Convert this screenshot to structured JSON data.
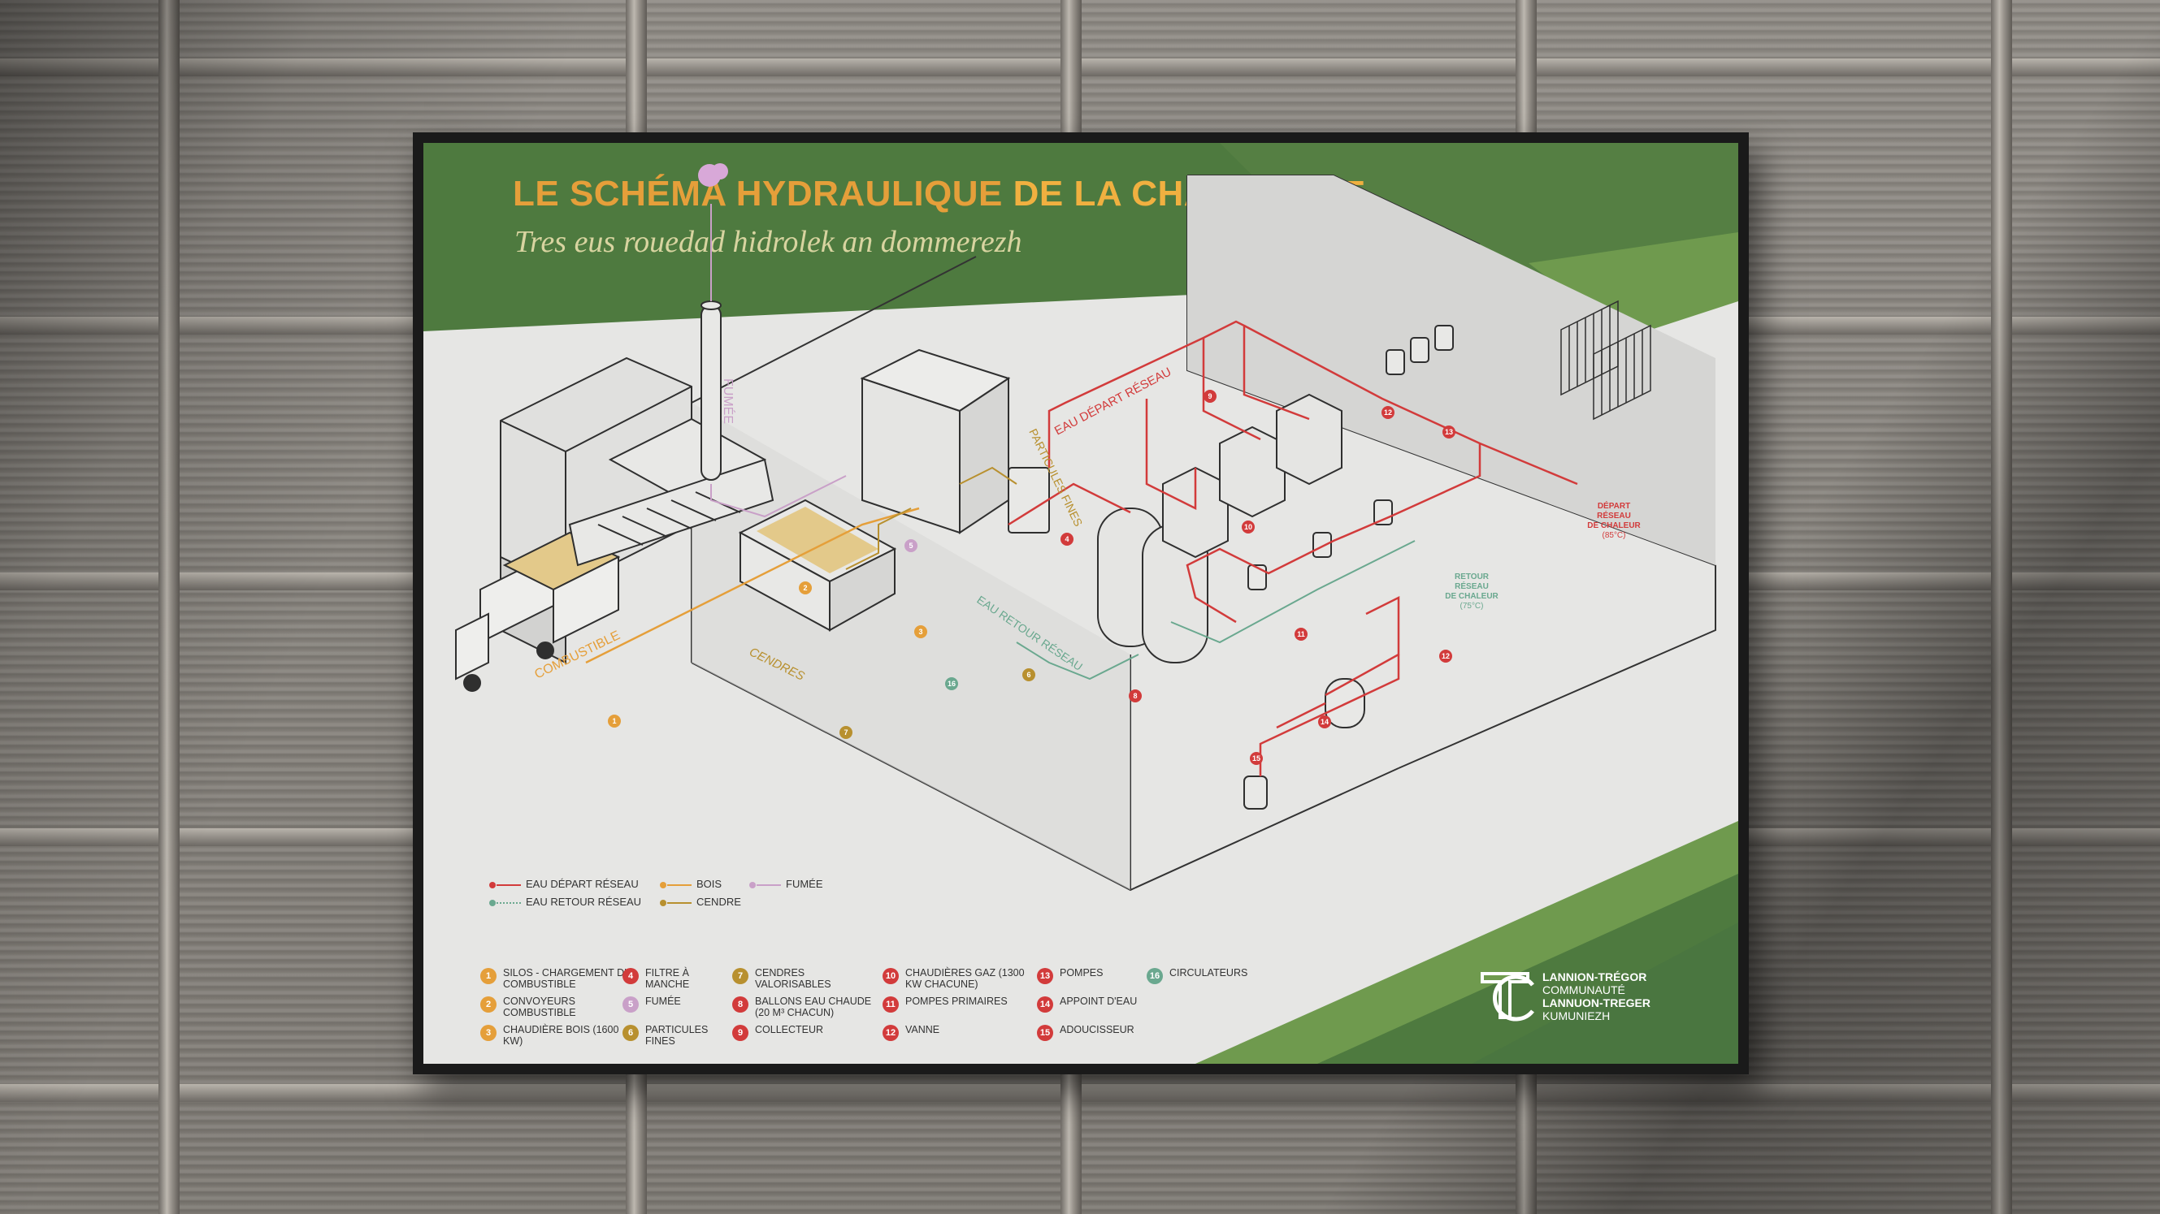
{
  "poster": {
    "title_part1": "LE SCHÉMA HYDRAULIQUE",
    "title_part2": " DE LA CHAUFFERIE",
    "subtitle": "Tres eus rouedad hidrolek an dommerezh"
  },
  "diagram_labels": {
    "fumee": "FUMÉE",
    "combustible": "COMBUSTIBLE",
    "cendres": "CENDRES",
    "particules_fines": "PARTICULES FINES",
    "eau_depart_reseau": "EAU DÉPART RÉSEAU",
    "eau_retour_reseau": "EAU RETOUR RÉSEAU",
    "depart_chaleur": [
      "DÉPART",
      "RÉSEAU",
      "DE CHALEUR",
      "(85°C)"
    ],
    "retour_chaleur": [
      "RETOUR",
      "RÉSEAU",
      "DE CHALEUR",
      "(75°C)"
    ]
  },
  "legend": [
    {
      "label": "EAU DÉPART RÉSEAU",
      "color": "#d23b3b",
      "dotted": false
    },
    {
      "label": "EAU RETOUR RÉSEAU",
      "color": "#6aa88f",
      "dotted": true
    },
    {
      "label": "BOIS",
      "color": "#e59f3a",
      "dotted": false
    },
    {
      "label": "CENDRE",
      "color": "#b8902f",
      "dotted": false
    },
    {
      "label": "FUMÉE",
      "color": "#c9a0c8",
      "dotted": false
    }
  ],
  "keys": [
    {
      "n": "1",
      "label": "SILOS - CHARGEMENT DU COMBUSTIBLE",
      "color": "#e59f3a"
    },
    {
      "n": "2",
      "label": "CONVOYEURS COMBUSTIBLE",
      "color": "#e59f3a"
    },
    {
      "n": "3",
      "label": "CHAUDIÈRE BOIS (1600 KW)",
      "color": "#e59f3a"
    },
    {
      "n": "4",
      "label": "FILTRE À MANCHE",
      "color": "#d23b3b"
    },
    {
      "n": "5",
      "label": "FUMÉE",
      "color": "#c9a0c8"
    },
    {
      "n": "6",
      "label": "PARTICULES FINES",
      "color": "#b8902f"
    },
    {
      "n": "7",
      "label": "CENDRES VALORISABLES",
      "color": "#b8902f"
    },
    {
      "n": "8",
      "label": "BALLONS EAU CHAUDE (20 M³ chacun)",
      "color": "#d23b3b"
    },
    {
      "n": "9",
      "label": "COLLECTEUR",
      "color": "#d23b3b"
    },
    {
      "n": "10",
      "label": "CHAUDIÈRES GAZ (1300 KW CHACUNE)",
      "color": "#d23b3b"
    },
    {
      "n": "11",
      "label": "POMPES PRIMAIRES",
      "color": "#d23b3b"
    },
    {
      "n": "12",
      "label": "VANNE",
      "color": "#d23b3b"
    },
    {
      "n": "13",
      "label": "POMPES",
      "color": "#d23b3b"
    },
    {
      "n": "14",
      "label": "APPOINT D'EAU",
      "color": "#d23b3b"
    },
    {
      "n": "15",
      "label": "ADOUCISSEUR",
      "color": "#d23b3b"
    },
    {
      "n": "16",
      "label": "CIRCULATEURS",
      "color": "#6aa88f"
    }
  ],
  "logo": {
    "line1": "LANNION-TRÉGOR",
    "line2": "COMMUNAUTÉ",
    "line3": "LANNUON-TREGER",
    "line4": "KUMUNIEZH"
  },
  "markers": {
    "m1": "1",
    "m2": "2",
    "m3": "3",
    "m4": "4",
    "m5": "5",
    "m6": "6",
    "m7": "7",
    "m8": "8",
    "m9": "9",
    "m10": "10",
    "m11": "11",
    "m12a": "12",
    "m12b": "12",
    "m13": "13",
    "m14": "14",
    "m15": "15",
    "m16": "16"
  },
  "colors": {
    "green_dark": "#4e7a3f",
    "green_light": "#6f9a4e",
    "orange": "#e59f3a",
    "red": "#d23b3b",
    "teal": "#6aa88f",
    "mauve": "#c9a0c8",
    "ochre": "#b8902f"
  }
}
